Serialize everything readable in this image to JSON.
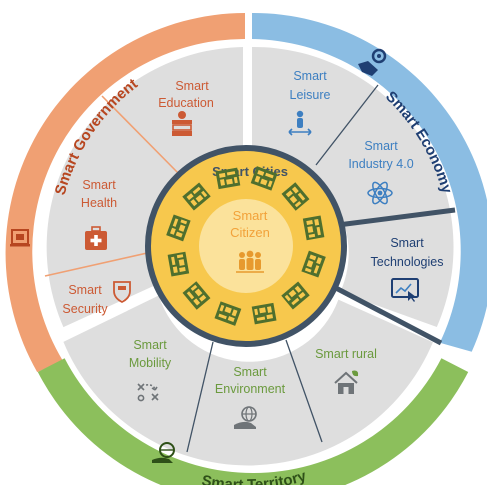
{
  "colors": {
    "government": "#f0a073",
    "economy": "#8bbde3",
    "territory": "#8cbf5c",
    "sector_bg": "#dedede",
    "divider": "#415366",
    "core": "#f7c84d",
    "citizen_fill": "#fbe29b",
    "government_text": "#cc5a34",
    "economy_text": "#3d7fc1",
    "territory_text": "#6b9a3e",
    "ring_title_gov": "#b74620",
    "ring_title_eco": "#1f3f73",
    "ring_title_ter": "#2e5018"
  },
  "rings": {
    "government": "Smart Government",
    "economy": "Smart Economy",
    "territory": "Smart Territory"
  },
  "core": {
    "title": "Smart Cities",
    "citizen_line1": "Smart",
    "citizen_line2": "Citizen"
  },
  "sectors": {
    "education": {
      "line1": "Smart",
      "line2": "Education",
      "icon": "books-apple-icon"
    },
    "health": {
      "line1": "Smart",
      "line2": "Health",
      "icon": "medical-kit-icon"
    },
    "security": {
      "line1": "Smart",
      "line2": "Security",
      "icon": "shield-icon"
    },
    "leisure": {
      "line1": "Smart",
      "line2": "Leisure",
      "icon": "person-arrows-icon"
    },
    "industry": {
      "line1": "Smart",
      "line2": "Industry 4.0",
      "icon": "atom-icon"
    },
    "technologies": {
      "line1": "Smart",
      "line2": "Technologies",
      "icon": "touch-screen-icon"
    },
    "mobility": {
      "line1": "Smart",
      "line2": "Mobility",
      "icon": "strategy-icon"
    },
    "environment": {
      "line1": "Smart",
      "line2": "Environment",
      "icon": "globe-hand-icon"
    },
    "rural": {
      "line1": "Smart rural",
      "icon": "house-leaf-icon"
    }
  }
}
